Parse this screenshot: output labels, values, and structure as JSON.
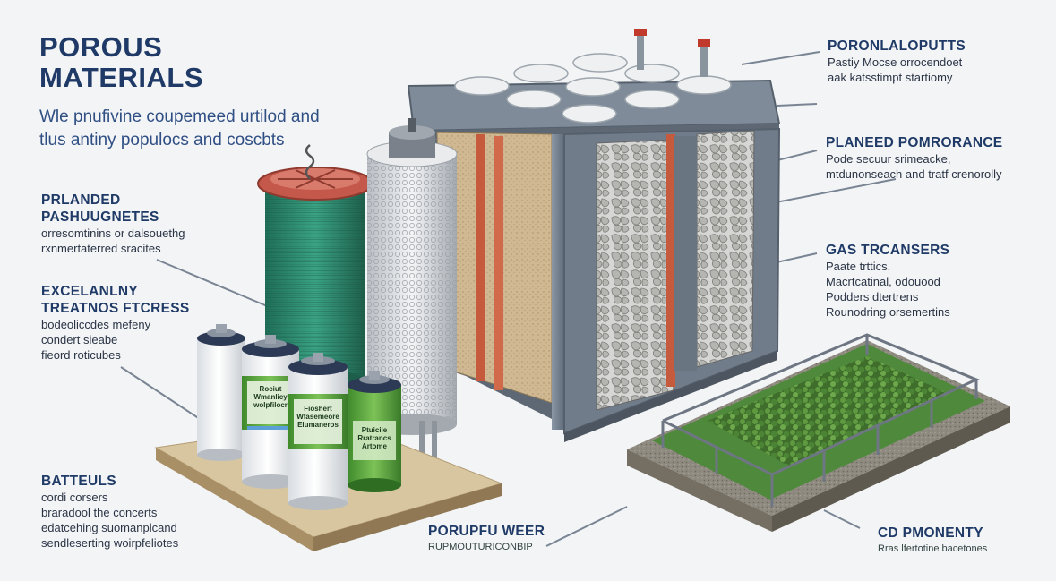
{
  "header": {
    "title_line1": "POROUS",
    "title_line2": "MATERIALS",
    "subtitle_line1": "Wle pnufivine coupemeed urtilod and",
    "subtitle_line2": "tlus antiny populocs and coscbts"
  },
  "labels": {
    "pluanded": {
      "heading1": "PRLANDED",
      "heading2": "PASHUUGNETES",
      "line1": "orresomtinins or dalsouethg",
      "line2": "rxnmertaterred sracites"
    },
    "excelanlny": {
      "heading1": "EXCELANLNY",
      "heading2": "TREATNOS FTCRESS",
      "line1": "bodeoliccdes mefeny",
      "line2": "condert sieabe",
      "line3": "fieord roticubes"
    },
    "batteuls": {
      "heading": "BATTEULS",
      "line1": "cordi corsers",
      "line2": "braradool the concerts",
      "line3": "edatcehing suomanplcand",
      "line4": "sendleserting woirpfeliotes"
    },
    "poronlaloputts": {
      "heading": "PORONLALOPUTTS",
      "line1": "Pastiy Mocse orrocendoet",
      "line2": "aak katsstimpt startiomy"
    },
    "planeed": {
      "heading": "PLANEED POMRORANCE",
      "line1": "Pode secuur srimeacke,",
      "line2": "mtdunonseach and tratf crenorolly"
    },
    "gas": {
      "heading": "GAS TRCANSERS",
      "line1": "Paate trttics.",
      "line2": "Macrtcatinal,  odouood",
      "line3": "Podders dtertrens",
      "line4": "Rounodring orsemertins"
    },
    "porupfu": {
      "heading": "PORUPFU WEER",
      "line1": "RUPMOUTURICONBIP"
    },
    "cd": {
      "heading": "CD PMONENTY",
      "line1": "Rras lfertotine bacetones"
    }
  },
  "cans": {
    "can1": [
      "Rociut",
      "Wmanlicy",
      "wolpfilocr"
    ],
    "can2": [
      "Fioshert",
      "Wfasemeore",
      "Elumaneros"
    ],
    "can3": [
      "Ptuicile",
      "Rratrancs",
      "Artome"
    ]
  },
  "colors": {
    "title": "#1f3a66",
    "green_filter": "#2f8a6f",
    "lid_red": "#c85a4a",
    "steel": "#7a8796",
    "grass": "#4f8a3c"
  }
}
